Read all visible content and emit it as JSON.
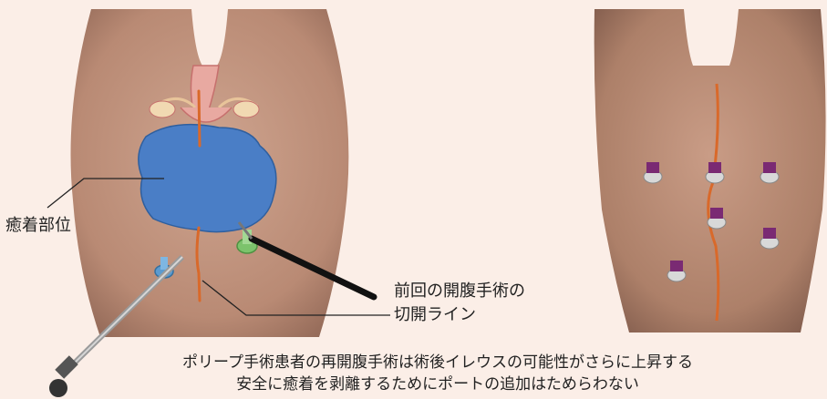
{
  "labels": {
    "adhesion_site": "癒着部位",
    "incision_line_1": "前回の開腹手術の",
    "incision_line_2": "切開ライン"
  },
  "captions": {
    "line1": "ポリープ手術患者の再開腹手術は術後イレウスの可能性がさらに上昇する",
    "line2": "安全に癒着を剥離するためにポートの追加はためらわない"
  },
  "colors": {
    "background": "#fbeee7",
    "skin": "#c99c86",
    "adhesion": "#4a7ec6",
    "incision": "#d9692a",
    "port_purple": "#7a2a73",
    "port_blue": "#5b9bd0",
    "port_green": "#7cc36c"
  },
  "icons": {
    "laparoscope": "laparoscope-icon",
    "forceps": "forceps-icon",
    "uterus": "uterus-icon",
    "port": "trocar-port-icon"
  }
}
